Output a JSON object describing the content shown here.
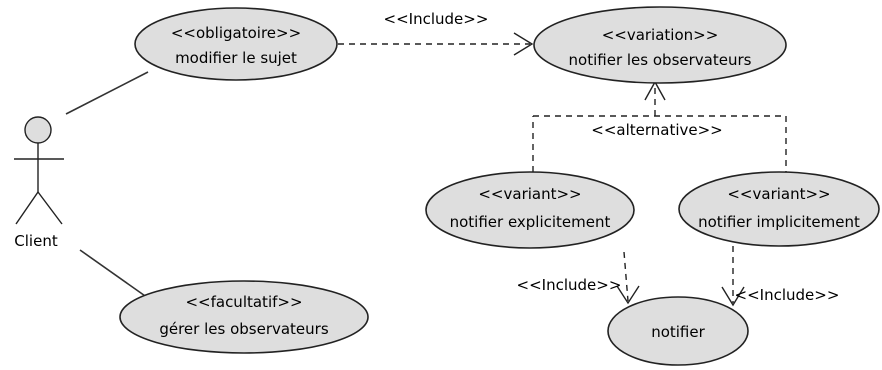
{
  "actor": {
    "name": "Client"
  },
  "use_cases": {
    "modifier_sujet": {
      "stereotype": "<<obligatoire>>",
      "name": "modifier le sujet"
    },
    "notifier_observateurs": {
      "stereotype": "<<variation>>",
      "name": "notifier les observateurs"
    },
    "notifier_explicitement": {
      "stereotype": "<<variant>>",
      "name": "notifier explicitement"
    },
    "notifier_implicitement": {
      "stereotype": "<<variant>>",
      "name": "notifier implicitement"
    },
    "gerer_observateurs": {
      "stereotype": "<<facultatif>>",
      "name": "gérer les observateurs"
    },
    "notifier": {
      "name": "notifier"
    }
  },
  "relations": {
    "include_top": "<<Include>>",
    "alternative": "<<alternative>>",
    "include_left": "<<Include>>",
    "include_right": "<<Include>>"
  }
}
